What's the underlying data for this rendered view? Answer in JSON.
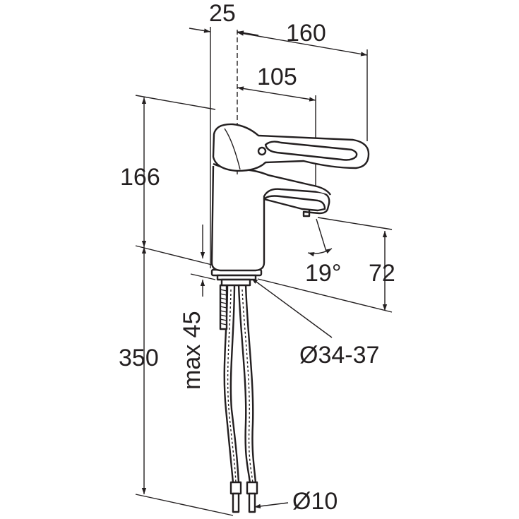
{
  "dimensions": {
    "top_offset": "25",
    "spout_reach": "160",
    "spout_center": "105",
    "height": "166",
    "spout_height": "72",
    "spout_angle": "19°",
    "hose_length": "350",
    "max_thickness": "max 45",
    "hole_diameter": "Ø34-37",
    "hose_diameter": "Ø10"
  },
  "colors": {
    "line": "#231f20",
    "background": "#ffffff"
  }
}
